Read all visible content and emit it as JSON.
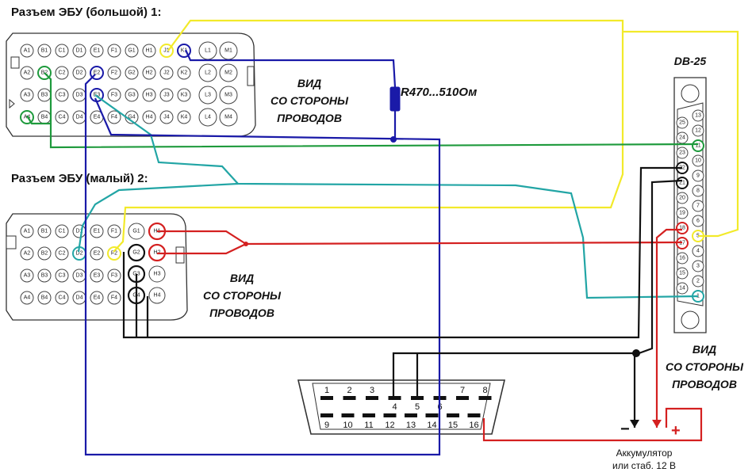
{
  "titles": {
    "big_connector": "Разъем ЭБУ (большой) 1:",
    "small_connector": "Разъем ЭБУ (малый)  2:",
    "db25": "DB-25",
    "resistor": "R470...510Ом",
    "battery_line1": "Аккумулятор",
    "battery_line2": "или стаб. 12 В",
    "minus": "−",
    "plus": "+"
  },
  "view_labels": {
    "big": [
      "ВИД",
      "СО СТОРОНЫ",
      "ПРОВОДОВ"
    ],
    "small": [
      "ВИД",
      "СО СТОРОНЫ",
      "ПРОВОДОВ"
    ],
    "db25": [
      "ВИД",
      "СО СТОРОНЫ",
      "ПРОВОДОВ"
    ]
  },
  "big_connector_pins": {
    "row1": [
      "A1",
      "B1",
      "C1",
      "D1",
      "E1",
      "F1",
      "G1",
      "H1",
      "J1",
      "K1"
    ],
    "row2": [
      "A2",
      "B2",
      "C2",
      "D2",
      "E2",
      "F2",
      "G2",
      "H2",
      "J2",
      "K2"
    ],
    "row3": [
      "A3",
      "B3",
      "C3",
      "D3",
      "E3",
      "F3",
      "G3",
      "H3",
      "J3",
      "K3"
    ],
    "row4": [
      "A4",
      "B4",
      "C4",
      "D4",
      "E4",
      "F4",
      "G4",
      "H4",
      "J4",
      "K4"
    ],
    "large": [
      "L1",
      "M1",
      "L2",
      "M2",
      "L3",
      "M3",
      "L4",
      "M4"
    ]
  },
  "small_connector_pins": {
    "row1": [
      "A1",
      "B1",
      "C1",
      "D1",
      "E1",
      "F1"
    ],
    "row2": [
      "A2",
      "B2",
      "C2",
      "D2",
      "E2",
      "F2"
    ],
    "row3": [
      "A3",
      "B3",
      "C3",
      "D3",
      "E3",
      "F3"
    ],
    "row4": [
      "A4",
      "B4",
      "C4",
      "D4",
      "E4",
      "F4"
    ],
    "g_col": [
      "G1",
      "G2",
      "G3",
      "G4"
    ],
    "h_col": [
      "H1",
      "H2",
      "H3",
      "H4"
    ]
  },
  "db25_pins": {
    "right_col": [
      "13",
      "12",
      "11",
      "10",
      "9",
      "8",
      "7",
      "6",
      "5",
      "4",
      "3",
      "2",
      "1"
    ],
    "left_col": [
      "25",
      "24",
      "23",
      "22",
      "21",
      "20",
      "19",
      "18",
      "17",
      "16",
      "15",
      "14"
    ]
  },
  "obd_pins": {
    "top": [
      "1",
      "2",
      "3",
      "4",
      "5",
      "6",
      "7",
      "8"
    ],
    "bottom": [
      "9",
      "10",
      "11",
      "12",
      "13",
      "14",
      "15",
      "16"
    ]
  },
  "wire_colors": {
    "yellow": "#f2ea2a",
    "green": "#1e9a3c",
    "teal": "#22a5a5",
    "blue": "#1a1aa8",
    "red": "#d42020",
    "black": "#111111"
  }
}
